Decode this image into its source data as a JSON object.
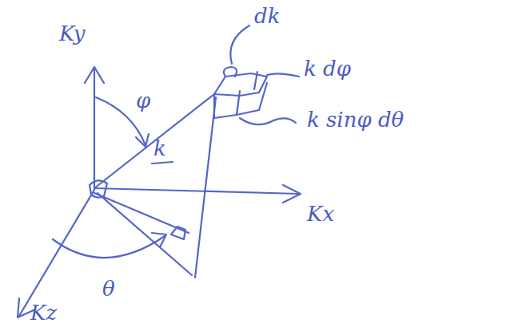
{
  "diagram": {
    "labels": [
      "Ky",
      "φ",
      "k",
      "dk",
      "k dφ",
      "k sinφ dθ",
      "Kx",
      "θ",
      "Kz"
    ]
  }
}
